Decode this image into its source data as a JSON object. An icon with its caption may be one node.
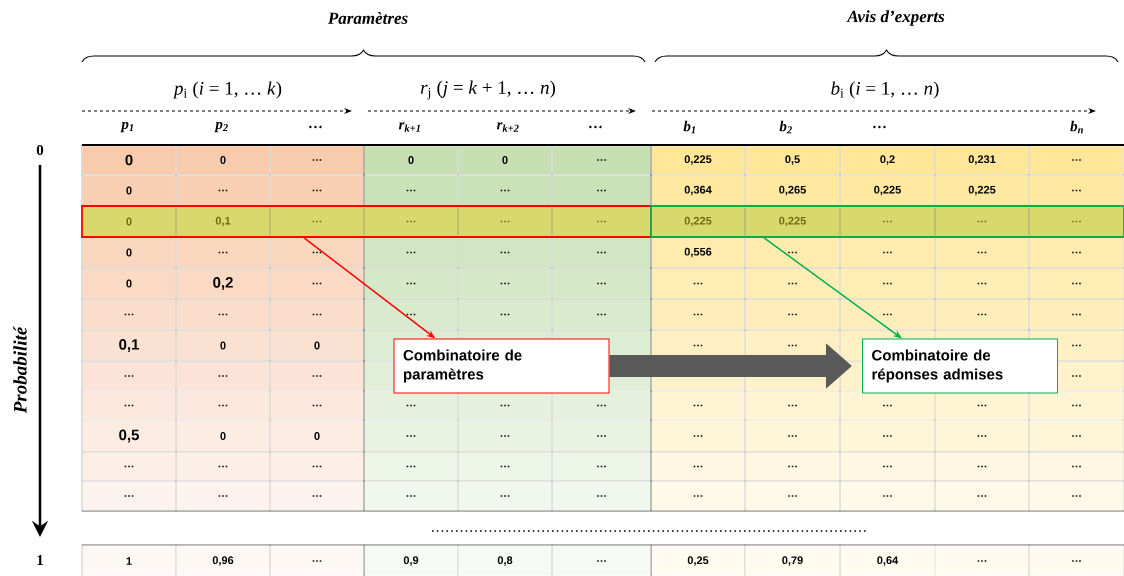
{
  "diagram": {
    "nodes": [
      {
        "text": [
          "0",
          "0,1",
          "…",
          "…",
          "…",
          "…"
        ]
      },
      {
        "text": [
          "0,225",
          "0,225",
          "…",
          "…",
          "…"
        ]
      },
      {
        "text": [
          "Combinatoire de paramètres"
        ]
      },
      {
        "text": [
          "Combinatoire de réponses admises"
        ]
      }
    ],
    "edges": [
      {
        "from": 0,
        "to": 2,
        "arrow": "to",
        "color": "#ff0000"
      },
      {
        "from": 1,
        "to": 3,
        "arrow": "to",
        "color": "#00b050"
      },
      {
        "from": 2,
        "to": 3,
        "arrow": "to",
        "style": "thick",
        "color": "#595959"
      }
    ],
    "labels": [
      "Paramètres",
      "Avis d’experts",
      "*p*$_{i}$ (*i* = 1, … *k*)",
      "*r*$_{j}$ (*j* = *k* + 1, … *n*)",
      "*b*$_{i}$ (*i* = 1, … *n*)",
      "p$_{1}$",
      "p$_{2}$",
      "…",
      "r$_{k+1}$",
      "r$_{k+2}$",
      "…",
      "b$_{1}$",
      "b$_{2}$",
      "…",
      "b$_{n}$",
      "0",
      "0",
      "0",
      "…",
      "0",
      "0",
      "…",
      "0,225",
      "0,5",
      "0,2",
      "0,231",
      "…",
      "0",
      "…",
      "…",
      "…",
      "…",
      "…",
      "0,364",
      "0,265",
      "0,225",
      "0,225",
      "…",
      "0",
      "…",
      "…",
      "…",
      "…",
      "…",
      "0,556",
      "…",
      "…",
      "…",
      "…",
      "0",
      "0,2",
      "…",
      "…",
      "…",
      "…",
      "…",
      "…",
      "…",
      "…",
      "…",
      "…",
      "…",
      "…",
      "…",
      "…",
      "…",
      "…",
      "…",
      "…",
      "…",
      "…",
      "0,1",
      "0",
      "0",
      "…",
      "…",
      "…",
      "…",
      "…",
      "…",
      "…",
      "…",
      "…",
      "…",
      "…",
      "…",
      "…",
      "…",
      "…",
      "…",
      "…",
      "…",
      "0,5",
      "0",
      "0",
      "…",
      "…",
      "…",
      "…",
      "…",
      "…",
      "…",
      "…",
      "…",
      "…",
      "…",
      "…",
      "…",
      "…",
      "…",
      "…",
      "…",
      "…",
      "…",
      "…",
      "…",
      "…",
      "…",
      "…",
      "…",
      "…",
      "…",
      "…",
      "…",
      "…",
      "Probabilité",
      "1",
      "1",
      "0,96",
      "…",
      "0,9",
      "0,8",
      "…",
      "0,25",
      "0,79",
      "0,64",
      "…",
      "…"
    ]
  }
}
